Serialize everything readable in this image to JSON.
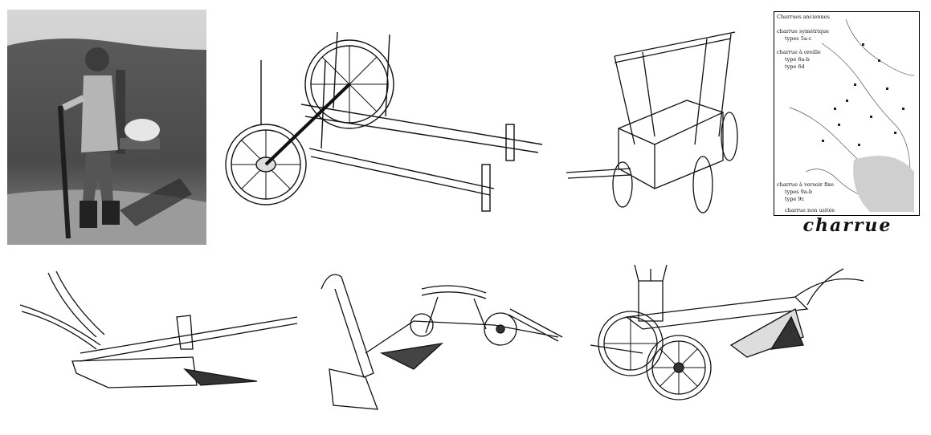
{
  "map": {
    "title": "Charrues anciennes",
    "legend": [
      "charrue symétrique",
      "types 5a-c",
      "charrue à oreille",
      "type 6a-b",
      "type 6d",
      "charrue à versoir fixe",
      "types 9a-b",
      "type 9c",
      "charrue non usitée"
    ]
  },
  "caption": "charrue",
  "icons": [
    "photo-boy-with-hotte",
    "cart-drawing",
    "wagon-drawing",
    "map",
    "plough-drawing-1",
    "plough-drawing-2",
    "wheeled-plough-drawing"
  ]
}
